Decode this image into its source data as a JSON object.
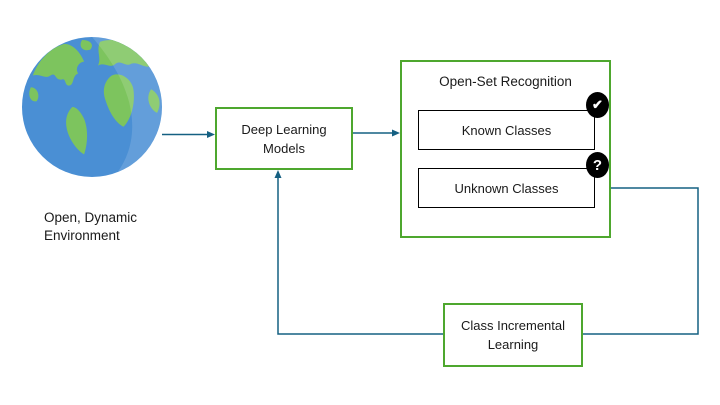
{
  "diagram": {
    "nodes": {
      "environment": {
        "label": "Open, Dynamic\nEnvironment"
      },
      "deep_learning_models": {
        "label": "Deep Learning\nModels"
      },
      "open_set_recognition": {
        "title": "Open-Set Recognition",
        "known_classes": {
          "label": "Known Classes",
          "badge_glyph": "✔"
        },
        "unknown_classes": {
          "label": "Unknown Classes",
          "badge_glyph": "?"
        }
      },
      "class_incremental_learning": {
        "label": "Class Incremental\nLearning"
      }
    },
    "edges": [
      {
        "from": "environment",
        "to": "deep_learning_models"
      },
      {
        "from": "deep_learning_models",
        "to": "open_set_recognition"
      },
      {
        "from": "unknown_classes",
        "to": "class_incremental_learning"
      },
      {
        "from": "class_incremental_learning",
        "to": "deep_learning_models"
      }
    ],
    "colors": {
      "box_border_green": "#4EA72E",
      "inner_box_border_black": "#000000",
      "arrow_teal": "#156082",
      "badge_background": "#000000",
      "badge_glyph": "#FFFFFF",
      "globe_ocean": "#4A8FD4",
      "globe_land": "#7DC45E",
      "text": "#1A1A1A",
      "background": "#FFFFFF"
    }
  }
}
